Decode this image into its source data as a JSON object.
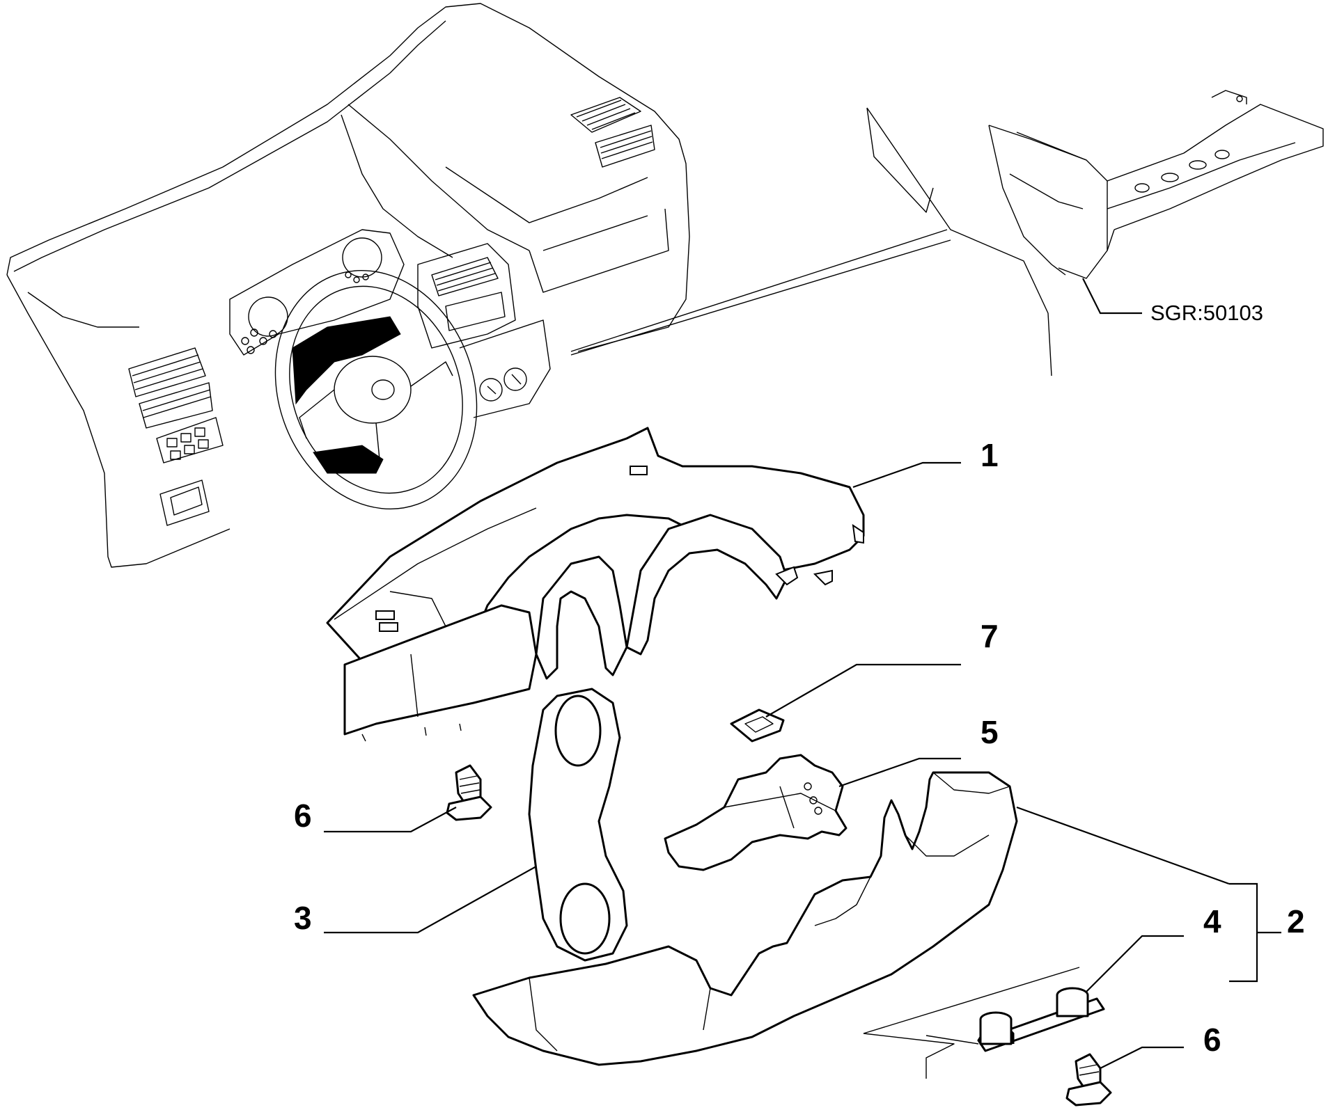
{
  "reference": {
    "text": "SGR:50103"
  },
  "callouts": [
    {
      "id": "1",
      "text": "1"
    },
    {
      "id": "7",
      "text": "7"
    },
    {
      "id": "5",
      "text": "5"
    },
    {
      "id": "6a",
      "text": "6"
    },
    {
      "id": "3",
      "text": "3"
    },
    {
      "id": "2",
      "text": "2"
    },
    {
      "id": "4",
      "text": "4"
    },
    {
      "id": "6b",
      "text": "6"
    }
  ]
}
